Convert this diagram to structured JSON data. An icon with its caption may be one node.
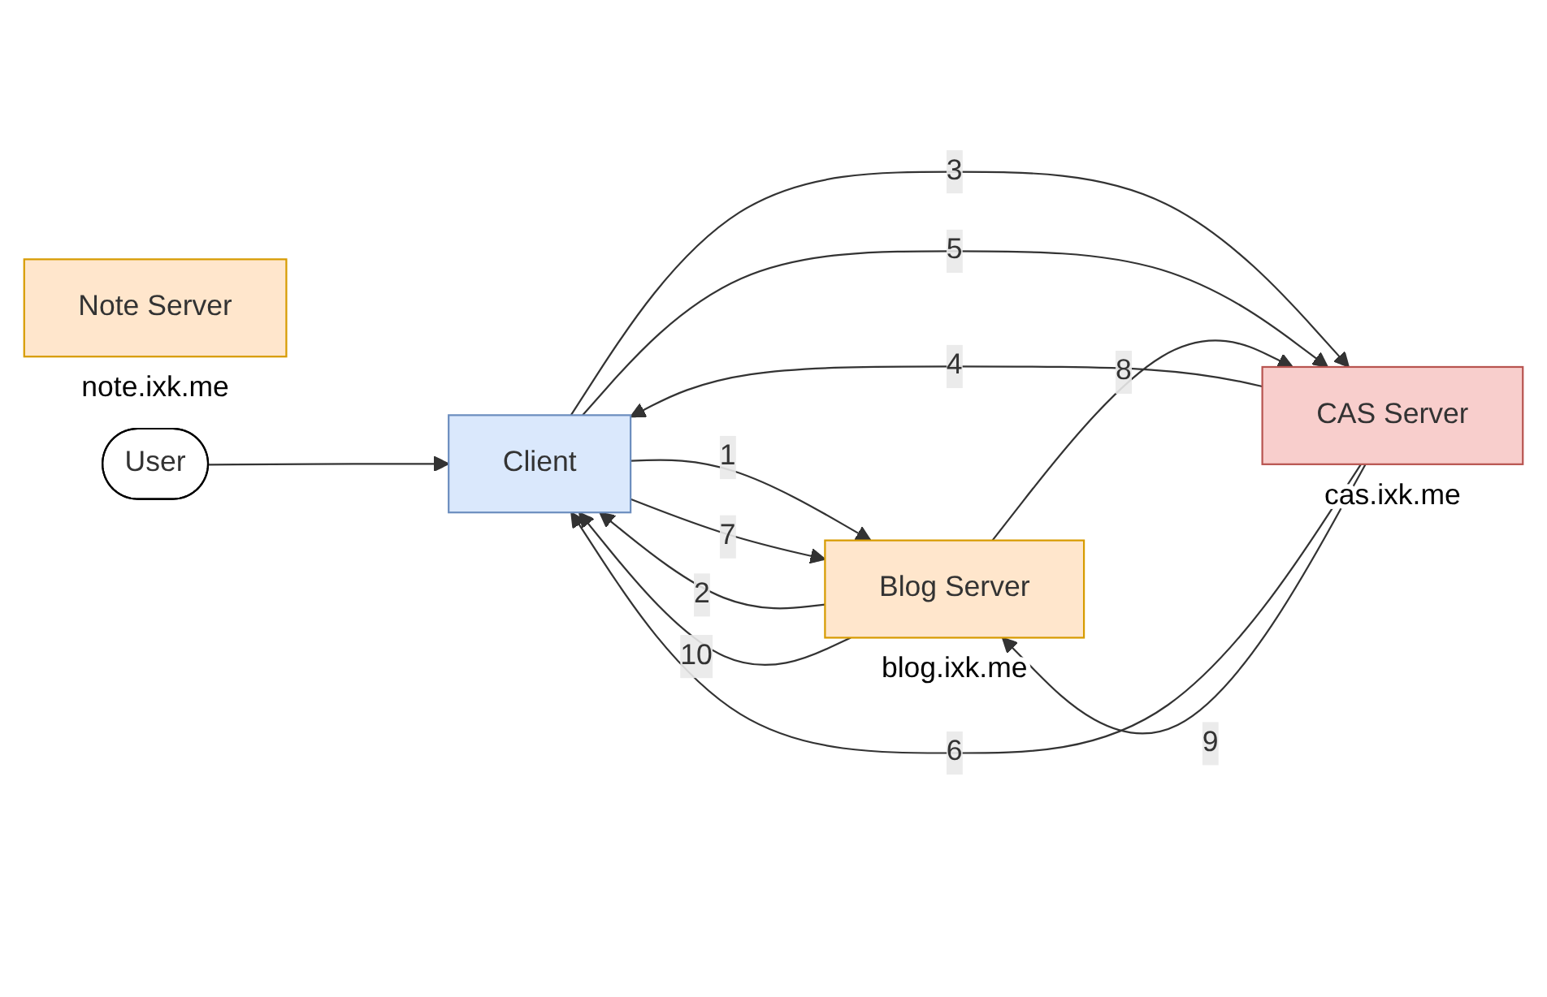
{
  "diagram": {
    "nodes": [
      {
        "text": [
          "Note Server"
        ],
        "beside": [
          "note.ixk.me"
        ]
      },
      {
        "text": [
          "User"
        ]
      },
      {
        "text": [
          "Client"
        ]
      },
      {
        "text": [
          "Blog Server"
        ],
        "beside": [
          "blog.ixk.me"
        ]
      },
      {
        "text": [
          "CAS Server"
        ],
        "beside": [
          "cas.ixk.me"
        ]
      }
    ],
    "edges": [
      {
        "from": 1,
        "to": 2,
        "arrow": "to"
      },
      {
        "from": 2,
        "to": 3,
        "arrow": "to",
        "label": "1"
      },
      {
        "from": 3,
        "to": 2,
        "arrow": "to",
        "label": "2"
      },
      {
        "from": 2,
        "to": 4,
        "arrow": "to",
        "label": "3"
      },
      {
        "from": 4,
        "to": 2,
        "arrow": "to",
        "label": "4"
      },
      {
        "from": 2,
        "to": 4,
        "arrow": "to",
        "label": "5"
      },
      {
        "from": 4,
        "to": 2,
        "arrow": "to",
        "label": "6"
      },
      {
        "from": 2,
        "to": 3,
        "arrow": "to",
        "label": "7"
      },
      {
        "from": 3,
        "to": 4,
        "arrow": "to",
        "label": "8"
      },
      {
        "from": 4,
        "to": 3,
        "arrow": "to",
        "label": "9"
      },
      {
        "from": 3,
        "to": 2,
        "arrow": "to",
        "label": "10"
      }
    ]
  }
}
